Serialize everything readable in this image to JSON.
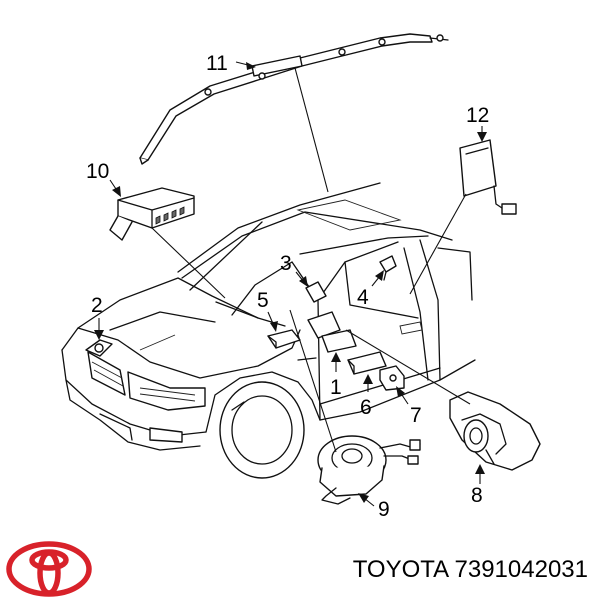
{
  "brand": "TOYOTA",
  "part_number": "7391042031",
  "logo": {
    "name": "toyota-emblem",
    "color": "#d8222a"
  },
  "callouts": [
    "1",
    "2",
    "3",
    "4",
    "5",
    "6",
    "7",
    "8",
    "9",
    "10",
    "11",
    "12"
  ],
  "colors": {
    "line": "#111111",
    "background": "#ffffff"
  }
}
